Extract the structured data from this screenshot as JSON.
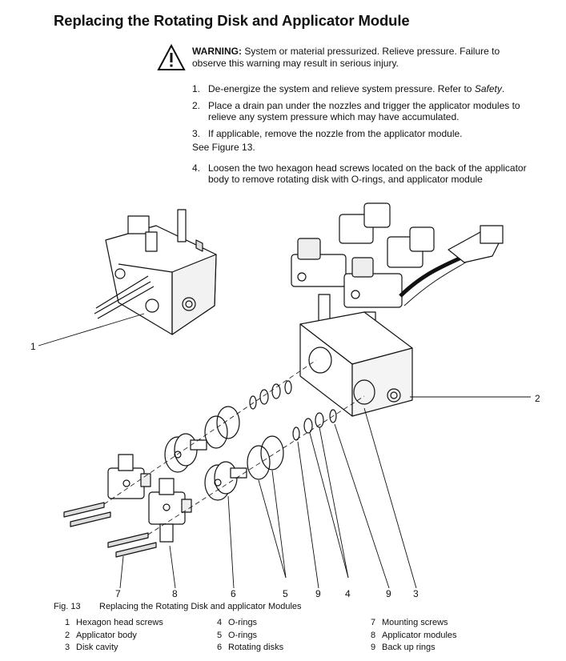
{
  "title": "Replacing the Rotating Disk and Applicator Module",
  "warning": {
    "label": "WARNING:",
    "text": "System or material pressurized.  Relieve pressure.  Failure to observe this warning may result in serious injury."
  },
  "steps": [
    {
      "num": "1.",
      "text": "De-energize the system and relieve system pressure. Refer to ",
      "emph": "Safety",
      "after": "."
    },
    {
      "num": "2.",
      "text": "Place a drain pan under the nozzles and trigger the applicator modules to relieve any system pressure which may have accumulated."
    },
    {
      "num": "3.",
      "text": "If applicable, remove the nozzle from the applicator module."
    },
    {
      "num": "4.",
      "text": "Loosen the two hexagon head screws located on the back of the applicator body to remove rotating disk with O-rings, and applicator module"
    }
  ],
  "see_figure": "See Figure 13.",
  "callouts": {
    "c1": "1",
    "c2": "2",
    "c7": "7",
    "c8": "8",
    "c6": "6",
    "c5": "5",
    "c9a": "9",
    "c4": "4",
    "c9b": "9",
    "c3": "3"
  },
  "caption": {
    "num": "Fig. 13",
    "text": "Replacing the Rotating Disk and applicator Modules"
  },
  "legend": {
    "col1": [
      {
        "n": "1",
        "t": "Hexagon head screws"
      },
      {
        "n": "2",
        "t": "Applicator body"
      },
      {
        "n": "3",
        "t": "Disk cavity"
      }
    ],
    "col2": [
      {
        "n": "4",
        "t": "O-rings"
      },
      {
        "n": "5",
        "t": "O-rings"
      },
      {
        "n": "6",
        "t": "Rotating disks"
      }
    ],
    "col3": [
      {
        "n": "7",
        "t": "Mounting screws"
      },
      {
        "n": "8",
        "t": "Applicator modules"
      },
      {
        "n": "9",
        "t": "Back up rings"
      }
    ]
  }
}
